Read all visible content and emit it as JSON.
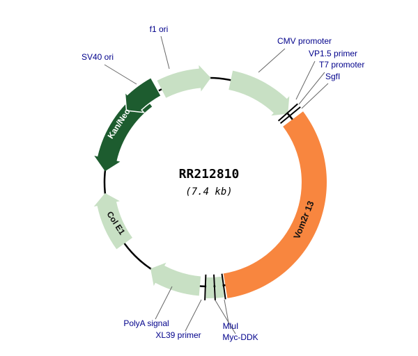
{
  "center": {
    "name": "RR212810",
    "size": "(7.4 kb)"
  },
  "colors": {
    "light_green": "#c8e0c4",
    "dark_green": "#1d5c2f",
    "orange": "#f8863f",
    "label_navy": "#00008b",
    "backbone_black": "#000000",
    "leader_gray": "#666666"
  },
  "features": {
    "f1_ori": "f1 ori",
    "sv40_ori": "SV40 ori",
    "cmv_promoter": "CMV promoter",
    "vp15_primer": "VP1.5 primer",
    "t7_promoter": "T7 promoter",
    "sgfi": "SgfI",
    "orf": "Vom2r 13",
    "kan_neo": "Kan/Neo",
    "col_e1": "Col E1",
    "polya_signal": "PolyA signal",
    "xl39_primer": "XL39 primer",
    "mlui": "MluI",
    "myc_ddk": "Myc-DDK"
  }
}
